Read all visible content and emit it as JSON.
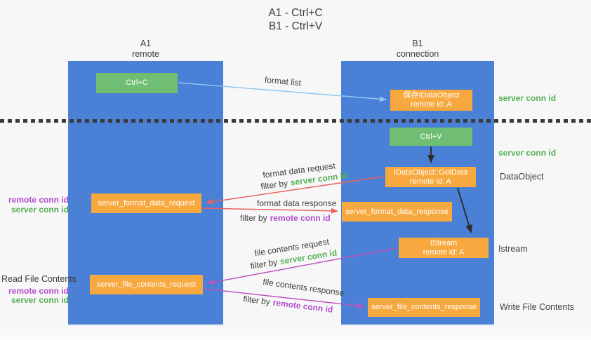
{
  "title": {
    "line1": "A1 - Ctrl+C",
    "line2": "B1 - Ctrl+V"
  },
  "columns": {
    "a1": {
      "name": "A1",
      "subtitle": "remote"
    },
    "b1": {
      "name": "B1",
      "subtitle": "connection"
    }
  },
  "boxes": {
    "ctrl_c": {
      "label": "Ctrl+C"
    },
    "save_dataobject": {
      "line1": "保存IDataObject",
      "line2": "remote id: A"
    },
    "ctrl_v": {
      "label": "Ctrl+V"
    },
    "getdata": {
      "line1": "IDataObject::GetData",
      "line2": "remote id: A"
    },
    "format_request": {
      "label": "server_format_data_request"
    },
    "format_response": {
      "label": "server_format_data_response"
    },
    "istream": {
      "line1": "IStream",
      "line2": "remote id: A"
    },
    "file_request": {
      "label": "server_file_contents_request"
    },
    "file_response": {
      "label": "server_file_contents_response"
    }
  },
  "side_labels": {
    "server_conn_id_top": "server conn id",
    "server_conn_id_mid": "server conn id",
    "dataobject": "DataObject",
    "istream": "Istream",
    "write_file_contents": "Write File Contents",
    "read_file_contents": "Read File Contents",
    "left_remote_conn_id_1": "remote conn id",
    "left_server_conn_id_1": "server conn id",
    "left_remote_conn_id_2": "remote conn id",
    "left_server_conn_id_2": "server conn id"
  },
  "arrows": {
    "format_list": {
      "label": "format list"
    },
    "format_request": {
      "label": "format data request",
      "filter_prefix": "filter by",
      "filter_key": "server conn id"
    },
    "format_response": {
      "label": "format data response",
      "filter_prefix": "filter by",
      "filter_key": "remote conn id"
    },
    "file_request": {
      "label": "file contents request",
      "filter_prefix": "filter by",
      "filter_key": "server conn id"
    },
    "file_response": {
      "label": "file contents response",
      "filter_prefix": "filter by",
      "filter_key": "remote conn id"
    }
  },
  "colors": {
    "background": "#f7f7f8",
    "column_blue": "#4a80d6",
    "box_green": "#6fbe73",
    "box_orange": "#f7a83e",
    "accent_green": "#55b055",
    "accent_purple": "#b44ccc",
    "arrow_red": "#e8645f",
    "arrow_magenta": "#bf53bf",
    "arrow_light_blue": "#8fc8ef",
    "arrow_black": "#2d2d2d",
    "dotted_line": "#3a3a3a",
    "text_dark": "#3d3d3d"
  }
}
